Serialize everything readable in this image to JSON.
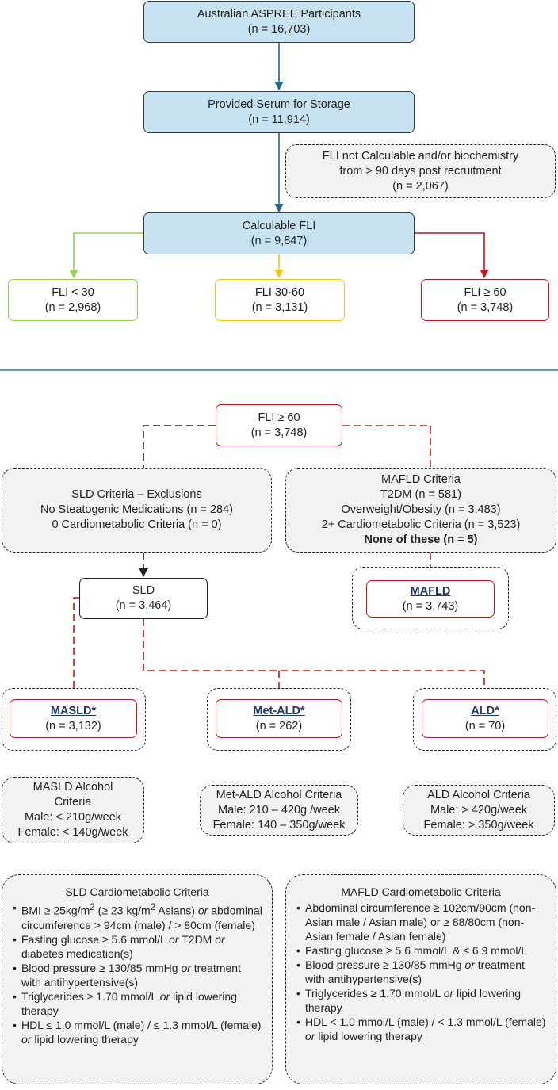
{
  "top": {
    "participants": {
      "label": "Australian ASPREE Participants",
      "n": "(n = 16,703)"
    },
    "serum": {
      "label": "Provided Serum for Storage",
      "n": "(n = 11,914)"
    },
    "excluded": {
      "line1": "FLI not Calculable and/or biochemistry",
      "line2": "from > 90 days post recruitment",
      "n": "(n = 2,067)"
    },
    "calculable": {
      "label": "Calculable FLI",
      "n": "(n = 9,847)"
    },
    "fli_low": {
      "label": "FLI < 30",
      "n": "(n = 2,968)"
    },
    "fli_mid": {
      "label": "FLI 30-60",
      "n": "(n = 3,131)"
    },
    "fli_high": {
      "label": "FLI ≥ 60",
      "n": "(n = 3,748)"
    }
  },
  "bottom": {
    "fli_high": {
      "label": "FLI ≥ 60",
      "n": "(n = 3,748)"
    },
    "sld_criteria": {
      "title": "SLD Criteria – Exclusions",
      "line1": "No Steatogenic Medications (n = 284)",
      "line2": "0 Cardiometabolic Criteria (n = 0)"
    },
    "mafld_criteria": {
      "title": "MAFLD Criteria",
      "line1": "T2DM (n = 581)",
      "line2": "Overweight/Obesity (n = 3,483)",
      "line3": "2+ Cardiometabolic Criteria (n = 3,523)",
      "line4": "None of these (n = 5)"
    },
    "sld": {
      "label": "SLD",
      "n": "(n = 3,464)"
    },
    "mafld": {
      "label": "MAFLD",
      "n": "(n = 3,743)"
    },
    "masld": {
      "label": "MASLD*",
      "n": "(n = 3,132)"
    },
    "metald": {
      "label": "Met-ALD*",
      "n": "(n = 262)"
    },
    "ald": {
      "label": "ALD*",
      "n": "(n = 70)"
    },
    "masld_alcohol": {
      "line1": "MASLD Alcohol",
      "line2": "Criteria",
      "line3": "Male: < 210g/week",
      "line4": "Female: < 140g/week"
    },
    "metald_alcohol": {
      "line1": "Met-ALD Alcohol Criteria",
      "line2": "Male: 210 – 420g /week",
      "line3": "Female: 140 – 350g/week"
    },
    "ald_alcohol": {
      "line1": "ALD Alcohol Criteria",
      "line2": "Male: > 420g/week",
      "line3": "Female: > 350g/week"
    }
  },
  "sld_cardio": {
    "title": "SLD Cardiometabolic Criteria",
    "b1": {
      "p1": "BMI ≥ 25kg/m",
      "sup1": "2",
      "p2": " (≥ 23 kg/m",
      "sup2": "2",
      "p3": " Asians) ",
      "or": "or",
      "p4": " abdominal circumference > 94cm (male) / > 80cm (female)"
    },
    "b2": {
      "p1": "Fasting glucose ≥ 5.6 mmol/L ",
      "or": "or",
      "p2": " T2DM ",
      "or2": "or",
      "p3": " diabetes medication(s)"
    },
    "b3": {
      "p1": "Blood pressure ≥ 130/85 mmHg ",
      "or": "or",
      "p2": " treatment with antihypertensive(s)"
    },
    "b4": {
      "p1": "Triglycerides ≥ 1.70 mmol/L ",
      "or": "or",
      "p2": " lipid lowering therapy"
    },
    "b5": {
      "p1": "HDL ≤ 1.0 mmol/L (male) / ≤ 1.3 mmol/L (female) ",
      "or": "or",
      "p2": " lipid lowering therapy"
    }
  },
  "mafld_cardio": {
    "title": "MAFLD Cardiometabolic Criteria",
    "b1": {
      "p1": "Abdominal circumference ≥ 102cm/90cm (non-Asian male / Asian male) or ≥ 88/80cm (non-Asian female / Asian female)"
    },
    "b2": {
      "p1": "Fasting glucose ≥ 5.6 mmol/L & ≤ 6.9 mmol/L"
    },
    "b3": {
      "p1": "Blood pressure ≥ 130/85 mmHg ",
      "or": "or",
      "p2": " treatment with antihypertensive(s)"
    },
    "b4": {
      "p1": "Triglycerides ≥ 1.70 mmol/L ",
      "or": "or",
      "p2": " lipid lowering therapy"
    },
    "b5": {
      "p1": "HDL < 1.0 mmol/L (male) / < 1.3 mmol/L (female) ",
      "or": "or",
      "p2": " lipid lowering therapy"
    }
  },
  "colors": {
    "blue_fill": "#c7e3f2",
    "blue_arrow": "#1f6391",
    "green": "#92d050",
    "yellow": "#f5c518",
    "red": "#c0161c",
    "divider": "#2e75b6"
  }
}
